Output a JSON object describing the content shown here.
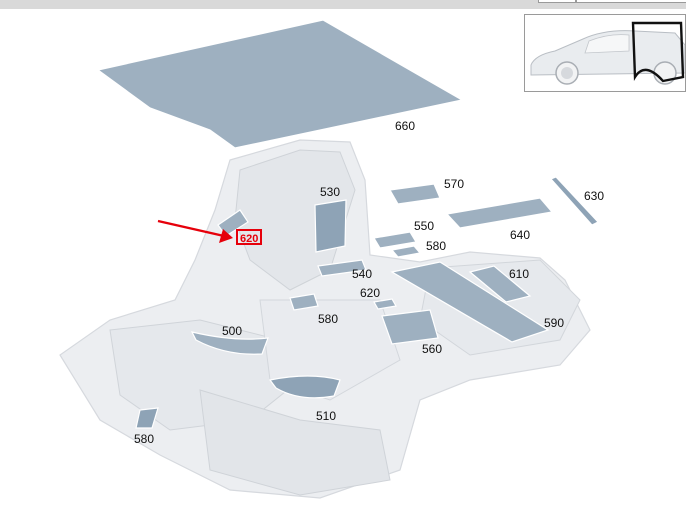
{
  "diagram": {
    "labels": {
      "roof": "660",
      "seat_panel": "530",
      "top_small": "570",
      "right_strip": "630",
      "flat_panel": "640",
      "mid_small": "550",
      "mid_small2": "580",
      "right_well": "610",
      "center_small": "540",
      "center_small2": "620",
      "left_mid": "580",
      "right_floor": "590",
      "left_floor": "500",
      "center_floor": "560",
      "front_floor": "510",
      "bottom_left": "580"
    },
    "highlight": {
      "label": "620",
      "color": "#e6000b"
    },
    "colors": {
      "part": "#9eb0c0",
      "body": "#e8eaed",
      "arrow": "#e6000b"
    }
  }
}
